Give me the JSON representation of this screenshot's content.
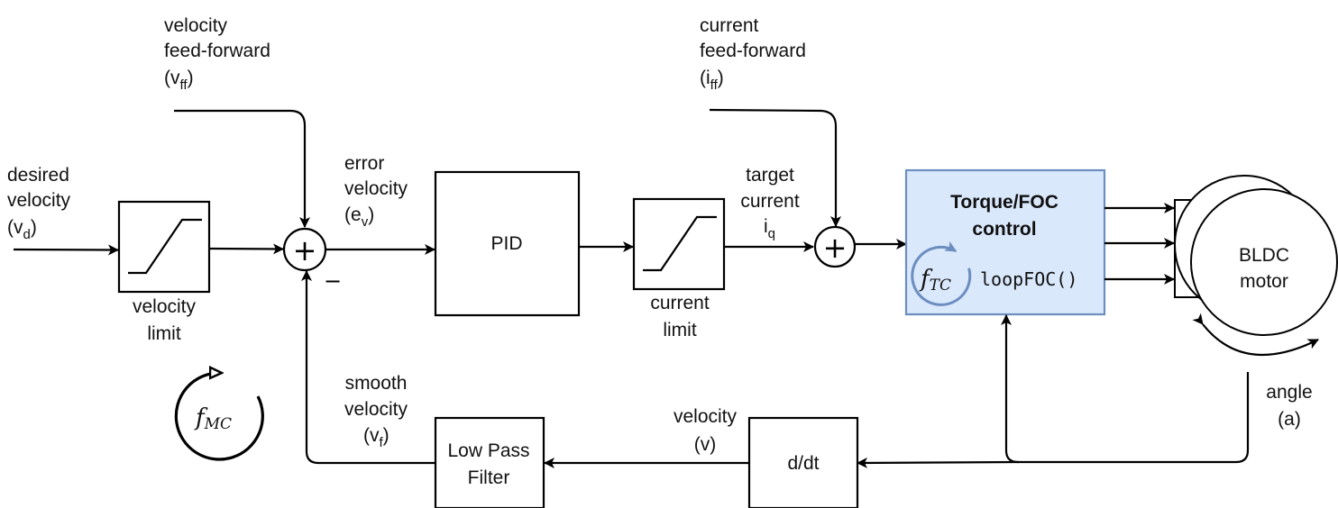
{
  "diagram": {
    "title": "Velocity control loop with feed-forward",
    "inputs": {
      "desired_velocity": {
        "line1": "desired",
        "line2": "velocity",
        "symbol_open": "(v",
        "symbol_sub": "d",
        "symbol_close": ")"
      },
      "velocity_ff": {
        "line1": "velocity",
        "line2": "feed-forward",
        "symbol_open": "(v",
        "symbol_sub": "ff",
        "symbol_close": ")"
      },
      "current_ff": {
        "line1": "current",
        "line2": "feed-forward",
        "symbol_open": "(i",
        "symbol_sub": "ff",
        "symbol_close": ")"
      }
    },
    "blocks": {
      "velocity_limit": {
        "line1": "velocity",
        "line2": "limit"
      },
      "pid": {
        "label": "PID"
      },
      "current_limit": {
        "line1": "current",
        "line2": "limit"
      },
      "foc": {
        "line1": "Torque/FOC",
        "line2": "control",
        "code": "loopFOC()",
        "freq_main": "f",
        "freq_sub": "TC",
        "fill": "#dae8fc",
        "stroke": "#6c8ebf"
      },
      "motor": {
        "line1": "BLDC",
        "line2": "motor"
      },
      "lpf": {
        "line1": "Low Pass",
        "line2": "Filter"
      },
      "ddt": {
        "label": "d/dt"
      }
    },
    "summing_junctions": {
      "velocity_sum": {
        "sign_main": "+",
        "sign_feedback": "−"
      },
      "current_sum": {
        "sign_main": "+"
      }
    },
    "signals": {
      "error_velocity": {
        "line1": "error",
        "line2": "velocity",
        "symbol_open": "(e",
        "symbol_sub": "v",
        "symbol_close": ")"
      },
      "target_current": {
        "line1": "target",
        "line2": "current",
        "symbol_main": "i",
        "symbol_sub": "q"
      },
      "smooth_velocity": {
        "line1": "smooth",
        "line2": "velocity",
        "symbol_open": "(v",
        "symbol_sub": "f",
        "symbol_close": ")"
      },
      "velocity": {
        "line1": "velocity",
        "line2": "(v)"
      },
      "angle": {
        "line1": "angle",
        "line2": "(a)"
      }
    },
    "motion_loop": {
      "freq_main": "f",
      "freq_sub": "MC"
    }
  }
}
